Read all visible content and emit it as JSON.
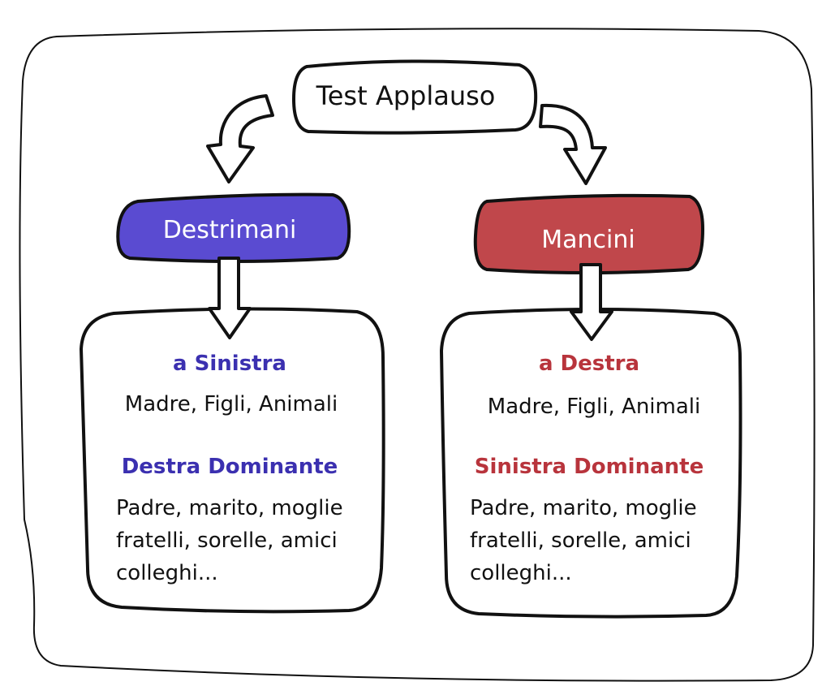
{
  "colors": {
    "left_accent": "#5a4bd1",
    "left_text": "#3b30b0",
    "right_accent": "#c0474b",
    "right_text": "#b8343c",
    "outline": "#111111"
  },
  "root": {
    "label": "Test Applauso"
  },
  "left": {
    "node_label": "Destrimani",
    "side_heading": "a Sinistra",
    "side_items": "Madre, Figli, Animali",
    "dominant_heading": "Destra Dominante",
    "dominant_lines": [
      "Padre, marito, moglie",
      "fratelli, sorelle, amici",
      "colleghi..."
    ]
  },
  "right": {
    "node_label": "Mancini",
    "side_heading": "a Destra",
    "side_items": "Madre, Figli, Animali",
    "dominant_heading": "Sinistra Dominante",
    "dominant_lines": [
      "Padre, marito, moglie",
      "fratelli, sorelle, amici",
      "colleghi..."
    ]
  }
}
